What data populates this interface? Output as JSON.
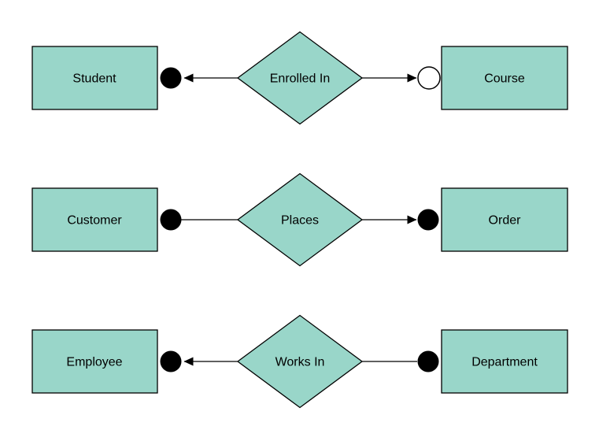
{
  "diagram": {
    "type": "entity-relationship-diagram",
    "background": "#ffffff",
    "shape_fill": "#99d6c9",
    "shape_stroke": "#000000",
    "connector_color": "#000000",
    "marker_fill": "#000000",
    "open_marker_fill": "#ffffff",
    "rows": [
      {
        "left_entity": "Student",
        "relationship": "Enrolled In",
        "right_entity": "Course",
        "left_connector": {
          "marker": "filled-circle",
          "arrowhead": "points-left-toward-entity"
        },
        "right_connector": {
          "marker": "open-circle",
          "arrowhead": "points-right-toward-entity"
        }
      },
      {
        "left_entity": "Customer",
        "relationship": "Places",
        "right_entity": "Order",
        "left_connector": {
          "marker": "filled-circle",
          "arrowhead": "none"
        },
        "right_connector": {
          "marker": "filled-circle",
          "arrowhead": "points-right-toward-entity"
        }
      },
      {
        "left_entity": "Employee",
        "relationship": "Works In",
        "right_entity": "Department",
        "left_connector": {
          "marker": "filled-circle",
          "arrowhead": "points-left-toward-entity"
        },
        "right_connector": {
          "marker": "filled-circle",
          "arrowhead": "none"
        }
      }
    ]
  }
}
